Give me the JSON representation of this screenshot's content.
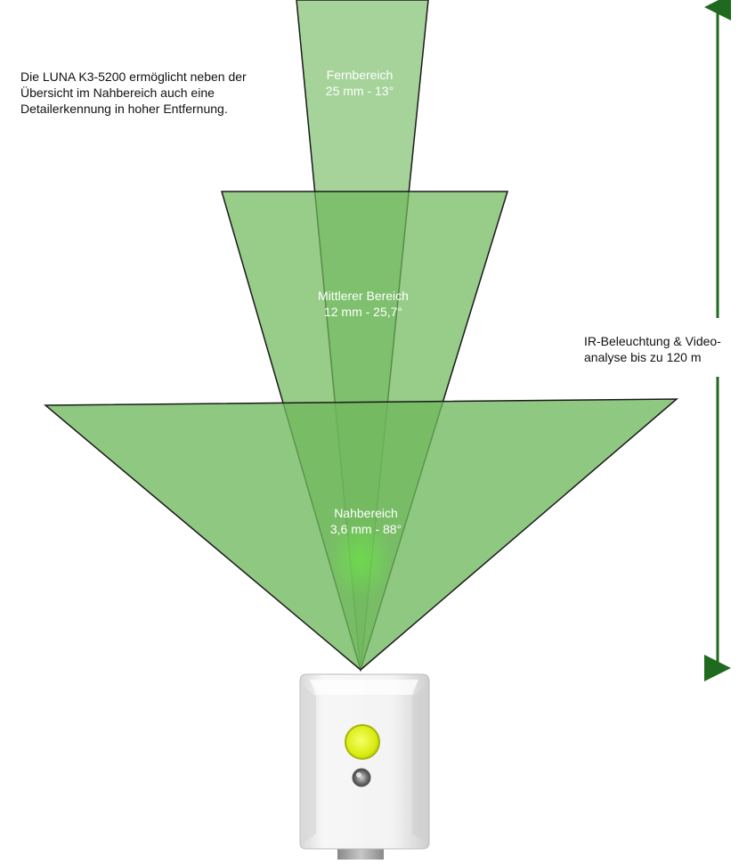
{
  "intro_text": "Die LUNA K3-5200 ermöglicht neben der Übersicht im Nahbereich auch eine Detailerkennung in hoher Entfernung.",
  "range_note": "IR-Beleuchtung & Video-analyse bis zu 120 m",
  "zones": {
    "far": {
      "label": "Fernbereich",
      "spec": "25 mm - 13°"
    },
    "middle": {
      "label": "Mittlerer Bereich",
      "spec": "12 mm - 25,7°"
    },
    "near": {
      "label": "Nahbereich",
      "spec": "3,6 mm - 88°"
    }
  },
  "colors": {
    "cone_fill": "#6fb85c",
    "arrow": "#1f6a1f",
    "text_dark": "#111111",
    "text_light": "#ffffff"
  }
}
